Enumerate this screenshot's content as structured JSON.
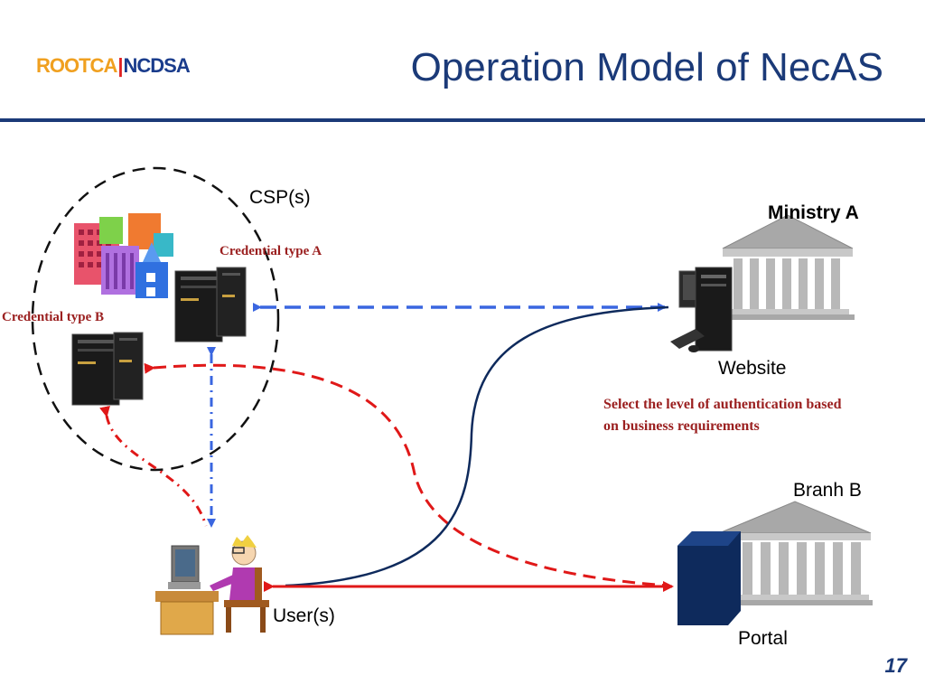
{
  "header": {
    "logo_left": "ROOTCA",
    "logo_sep": "|",
    "logo_right": "NCDSA",
    "title": "Operation Model of NecAS"
  },
  "labels": {
    "csp": "CSP(s)",
    "credential_a": "Credential type A",
    "credential_b": "Credential type B",
    "ministry": "Ministry A",
    "website": "Website",
    "note_line1": "Select the level of authentication based",
    "note_line2": "on business requirements",
    "branch": "Branh B",
    "portal": "Portal",
    "users": "User(s)"
  },
  "footer": {
    "page_number": "17"
  },
  "colors": {
    "brand_navy": "#1b3a78",
    "blue_dashed": "#3a66e0",
    "red": "#e01818",
    "dark_curve": "#0e2a5c",
    "note_text": "#9b2020"
  },
  "icons": [
    "csp-buildings-icon",
    "server-icon",
    "server-icon",
    "government-building-icon",
    "computer-tower-icon",
    "portal-box-icon",
    "user-at-computer-icon"
  ]
}
